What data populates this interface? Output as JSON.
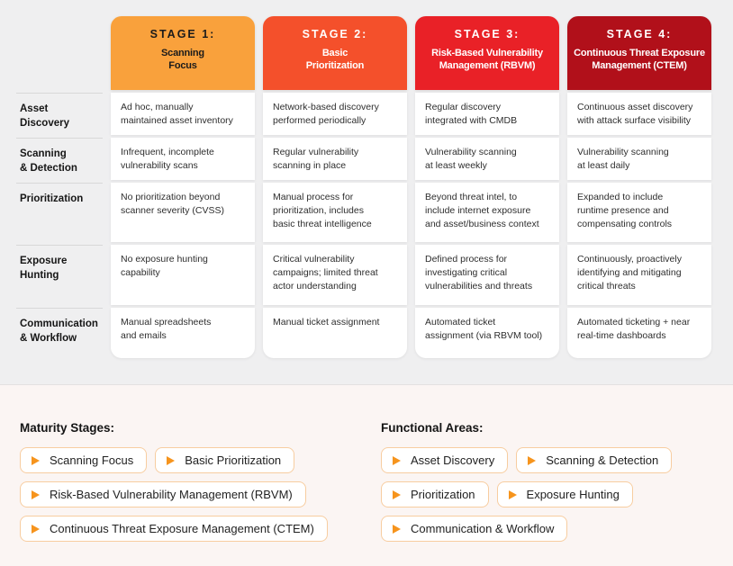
{
  "colors": {
    "section_top_bg": "#efeff0",
    "section_bottom_bg": "#fbf5f3",
    "pill_border": "#f7cda0",
    "pill_arrow": "#f6941d",
    "divider": "#d8d8d8",
    "cell_bg": "#ffffff"
  },
  "table": {
    "stages": [
      {
        "stage_label": "STAGE 1:",
        "name": "Scanning\nFocus",
        "bg": "#f9a13c",
        "text_color": "#1b1b1b"
      },
      {
        "stage_label": "STAGE 2:",
        "name": "Basic\nPrioritization",
        "bg": "#f4502b",
        "text_color": "#ffffff"
      },
      {
        "stage_label": "STAGE 3:",
        "name": "Risk-Based Vulnerability\nManagement (RBVM)",
        "bg": "#e92127",
        "text_color": "#ffffff"
      },
      {
        "stage_label": "STAGE 4:",
        "name": "Continuous Threat Exposure\nManagement (CTEM)",
        "bg": "#b1101a",
        "text_color": "#ffffff"
      }
    ],
    "rows": [
      {
        "label": "Asset\nDiscovery",
        "cells": [
          "Ad hoc, manually\nmaintained asset inventory",
          "Network-based discovery\nperformed periodically",
          "Regular discovery\nintegrated with CMDB",
          "Continuous asset discovery\nwith attack surface visibility"
        ]
      },
      {
        "label": "Scanning\n& Detection",
        "cells": [
          "Infrequent, incomplete\nvulnerability scans",
          "Regular vulnerability\nscanning in place",
          "Vulnerability scanning\nat least weekly",
          "Vulnerability scanning\nat least daily"
        ]
      },
      {
        "label": "Prioritization",
        "cells": [
          "No prioritization beyond\nscanner severity (CVSS)",
          "Manual process for\nprioritization, includes\nbasic threat intelligence",
          "Beyond threat intel, to\ninclude internet exposure\nand asset/business context",
          "Expanded to include\nruntime presence and\ncompensating controls"
        ]
      },
      {
        "label": "Exposure\nHunting",
        "cells": [
          "No exposure hunting\ncapability",
          "Critical vulnerability\ncampaigns; limited threat\nactor understanding",
          "Defined process for\ninvestigating critical\nvulnerabilities and threats",
          "Continuously, proactively\nidentifying and mitigating\ncritical threats"
        ]
      },
      {
        "label": "Communication\n& Workflow",
        "cells": [
          "Manual spreadsheets\nand emails",
          "Manual ticket assignment",
          "Automated ticket\nassignment (via RBVM tool)",
          "Automated ticketing + near\nreal-time dashboards"
        ]
      }
    ]
  },
  "legend": {
    "maturity": {
      "title": "Maturity Stages:",
      "items": [
        "Scanning Focus",
        "Basic Prioritization",
        "Risk-Based Vulnerability Management (RBVM)",
        "Continuous Threat Exposure Management (CTEM)"
      ]
    },
    "functional": {
      "title": "Functional Areas:",
      "items": [
        "Asset Discovery",
        "Scanning & Detection",
        "Prioritization",
        "Exposure Hunting",
        "Communication & Workflow"
      ]
    }
  }
}
